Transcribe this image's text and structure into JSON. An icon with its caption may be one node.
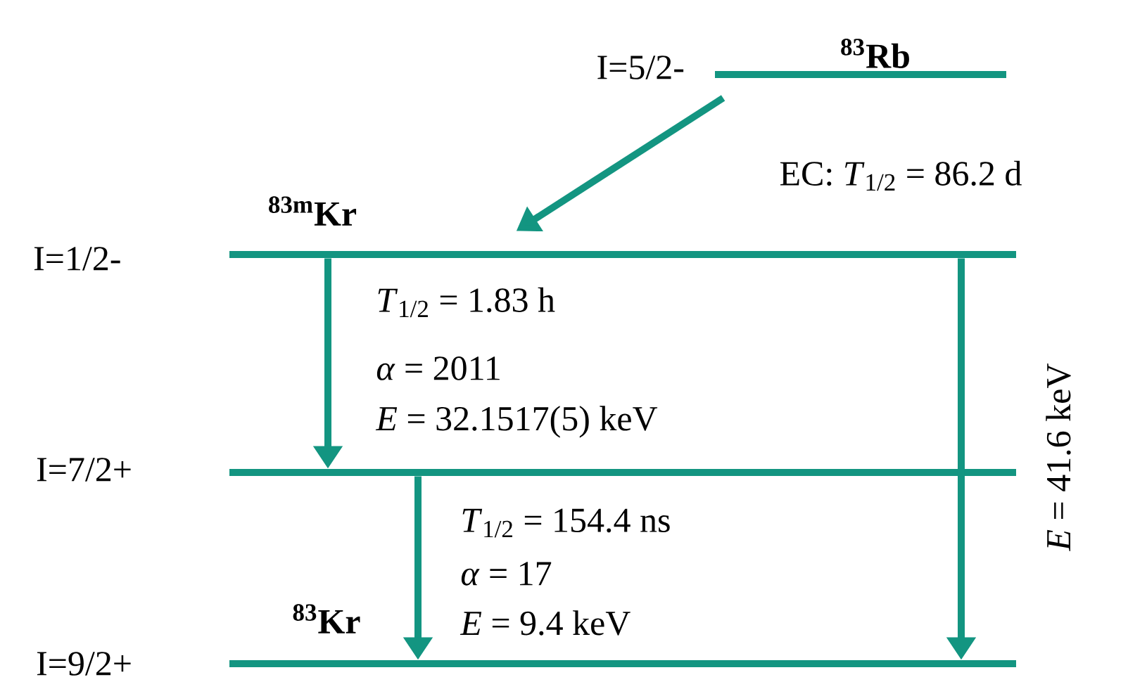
{
  "diagram": {
    "nodes": [
      {
        "text": [
          "$^{83}$Rb"
        ],
        "beside": [
          "I=5/2-"
        ]
      },
      {
        "text": [
          "$^{83m}$Kr"
        ],
        "beside": [
          "I=1/2-"
        ]
      },
      {
        "text": [],
        "shape": "bar",
        "beside": [
          "I=7/2+"
        ]
      },
      {
        "text": [
          "$^{83}$Kr"
        ],
        "beside": [
          "I=9/2+"
        ]
      }
    ],
    "edges": [
      {
        "from": 0,
        "to": 1,
        "arrow": "to",
        "label": "EC: *T*$_{1/2}$ = 86.2 d"
      },
      {
        "from": 1,
        "to": 2,
        "arrow": "to"
      },
      {
        "from": 2,
        "to": 3,
        "arrow": "to"
      },
      {
        "from": 1,
        "to": 3,
        "arrow": "to",
        "label": "*E* = 41.6 keV"
      }
    ],
    "labels": [
      "*T*$_{1/2}$ = 1.83 h",
      "*α* = 2011",
      "*E* = 32.1517(5) keV",
      "*T*$_{1/2}$ = 154.4 ns",
      "*α* = 17",
      "*E* = 9.4 keV"
    ]
  }
}
